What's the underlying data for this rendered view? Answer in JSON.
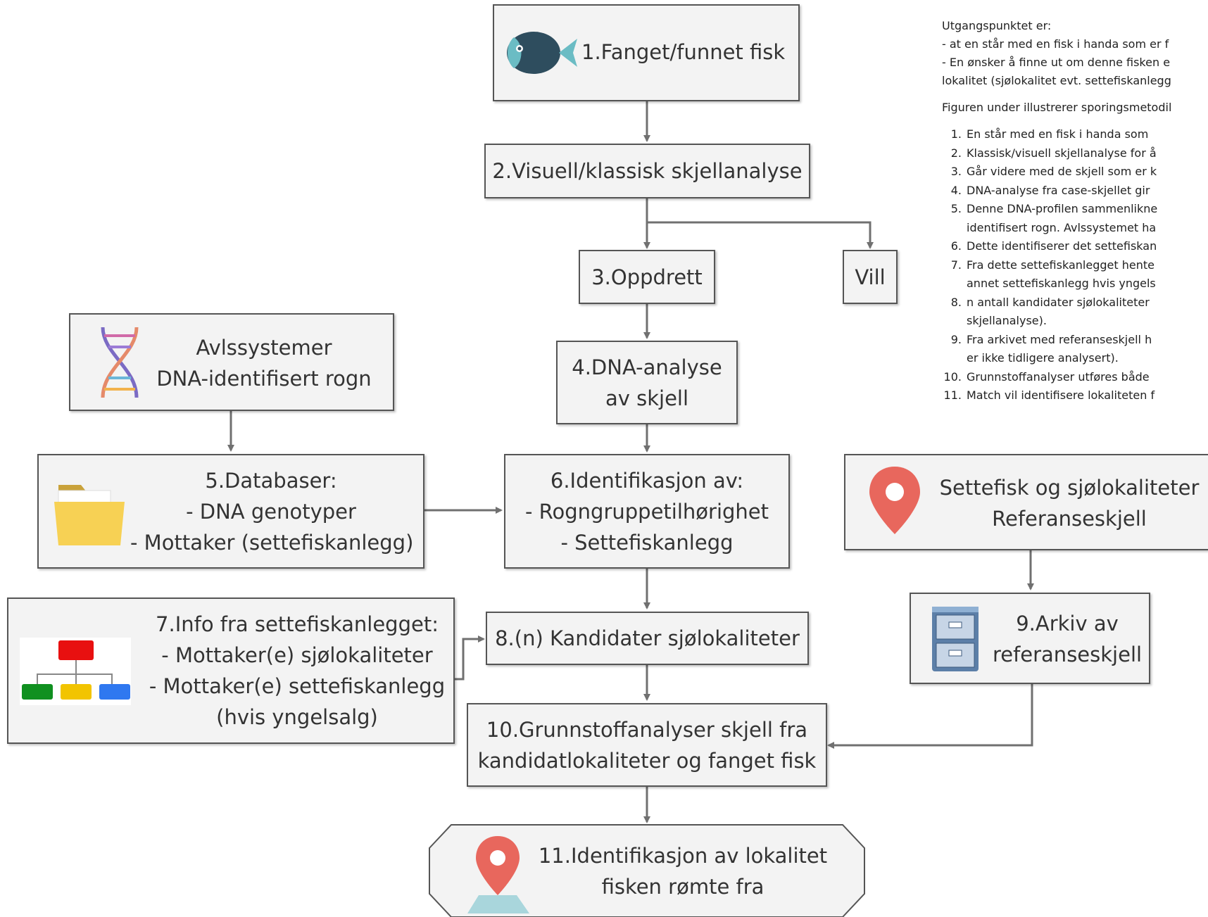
{
  "boxes": {
    "b1": [
      "1.Fanget/funnet fisk"
    ],
    "b2": [
      "2.Visuell/klassisk skjellanalyse"
    ],
    "b3": [
      "3.Oppdrett"
    ],
    "vill": [
      "Vill"
    ],
    "b4": [
      "4.DNA-analyse",
      "av skjell"
    ],
    "avl": [
      "Avlssystemer",
      "DNA-identifisert rogn"
    ],
    "b5": [
      "5.Databaser:",
      "- DNA genotyper",
      "- Mottaker (settefiskanlegg)"
    ],
    "b6": [
      "6.Identifikasjon av:",
      "- Rogngruppetilhørighet",
      "- Settefiskanlegg"
    ],
    "b7": [
      "7.Info fra settefiskanlegget:",
      "- Mottaker(e) sjølokaliteter",
      "- Mottaker(e) settefiskanlegg",
      "(hvis yngelsalg)"
    ],
    "b8": [
      "8.(n) Kandidater sjølokaliteter"
    ],
    "ref": [
      "Settefisk og sjølokaliteter",
      "Referanseskjell"
    ],
    "b9": [
      "9.Arkiv av",
      "referanseskjell"
    ],
    "b10": [
      "10.Grunnstoffanalyser skjell fra",
      "kandidatlokaliteter og fanget fisk"
    ],
    "b11": [
      "11.Identifikasjon av lokalitet",
      "fisken rømte fra"
    ]
  },
  "notes": {
    "intro": "Utgangspunktet er:",
    "bullets": [
      "- at en står med en fisk i handa som er f",
      "- En ønsker å finne ut om denne fisken e",
      "lokalitet (sjølokalitet evt. settefiskanlegg"
    ],
    "figure_text": "Figuren under illustrerer sporingsmetodil",
    "steps": [
      {
        "num": "1.",
        "lines": [
          "En står med en fisk i handa som"
        ]
      },
      {
        "num": "2.",
        "lines": [
          "Klassisk/visuell skjellanalyse for å"
        ]
      },
      {
        "num": "3.",
        "lines": [
          "Går videre med de skjell som er k"
        ]
      },
      {
        "num": "4.",
        "lines": [
          "DNA-analyse fra case-skjellet gir"
        ]
      },
      {
        "num": "5.",
        "lines": [
          "Denne DNA-profilen sammenlikne",
          "identifisert rogn. Avlssystemet ha"
        ]
      },
      {
        "num": "6.",
        "lines": [
          "Dette identifiserer det settefiskan"
        ]
      },
      {
        "num": "7.",
        "lines": [
          "Fra dette settefiskanlegget hente",
          "annet settefiskanlegg hvis yngels"
        ]
      },
      {
        "num": "8.",
        "lines": [
          "n antall kandidater sjølokaliteter",
          "skjellanalyse)."
        ]
      },
      {
        "num": "9.",
        "lines": [
          "Fra arkivet med referanseskjell h",
          "er ikke tidligere analysert)."
        ]
      },
      {
        "num": "10.",
        "lines": [
          "Grunnstoffanalyser utføres både"
        ]
      },
      {
        "num": "11.",
        "lines": [
          "Match vil identifisere lokaliteten f"
        ]
      }
    ]
  },
  "colors": {
    "box_fill": "#f3f3f3",
    "box_border": "#555555",
    "arrow": "#707070",
    "fish_body": "#2e4d5e",
    "fish_tail": "#6bbcc4",
    "pin": "#e8675d",
    "folder": "#f7d154"
  },
  "icons": [
    "fish-icon",
    "dna-icon",
    "folder-icon",
    "org-chart-icon",
    "map-pin-icon",
    "file-cabinet-icon",
    "map-location-icon"
  ]
}
